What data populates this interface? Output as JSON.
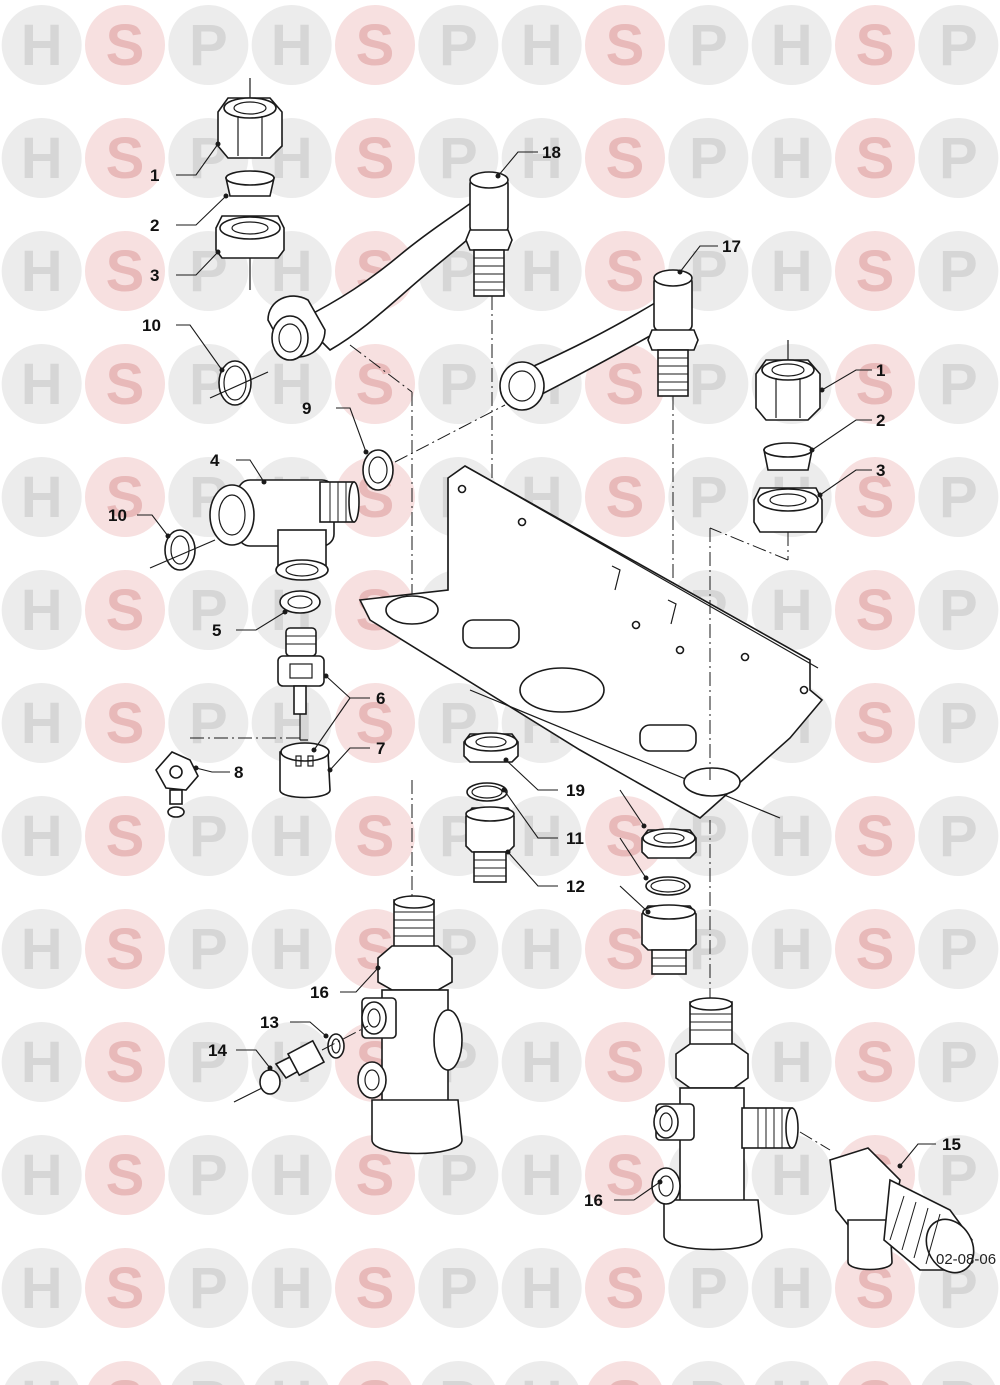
{
  "watermark": {
    "letters": [
      "H",
      "S",
      "P"
    ],
    "colors": {
      "circle": "#ececec",
      "circle_accent": "#f7e0e0",
      "letter": "#d6d6d6",
      "letter_accent": "#e8b9b9"
    }
  },
  "diagram": {
    "reference_code": "02-08-06",
    "callouts": [
      {
        "id": "c1a",
        "label": "1"
      },
      {
        "id": "c2a",
        "label": "2"
      },
      {
        "id": "c3a",
        "label": "3"
      },
      {
        "id": "c10a",
        "label": "10"
      },
      {
        "id": "c9",
        "label": "9"
      },
      {
        "id": "c4",
        "label": "4"
      },
      {
        "id": "c10b",
        "label": "10"
      },
      {
        "id": "c5",
        "label": "5"
      },
      {
        "id": "c6",
        "label": "6"
      },
      {
        "id": "c7",
        "label": "7"
      },
      {
        "id": "c8",
        "label": "8"
      },
      {
        "id": "c18",
        "label": "18"
      },
      {
        "id": "c17",
        "label": "17"
      },
      {
        "id": "c1b",
        "label": "1"
      },
      {
        "id": "c2b",
        "label": "2"
      },
      {
        "id": "c3b",
        "label": "3"
      },
      {
        "id": "c19",
        "label": "19"
      },
      {
        "id": "c11",
        "label": "11"
      },
      {
        "id": "c12",
        "label": "12"
      },
      {
        "id": "c16a",
        "label": "16"
      },
      {
        "id": "c13",
        "label": "13"
      },
      {
        "id": "c14",
        "label": "14"
      },
      {
        "id": "c15",
        "label": "15"
      },
      {
        "id": "c16b",
        "label": "16"
      }
    ]
  }
}
